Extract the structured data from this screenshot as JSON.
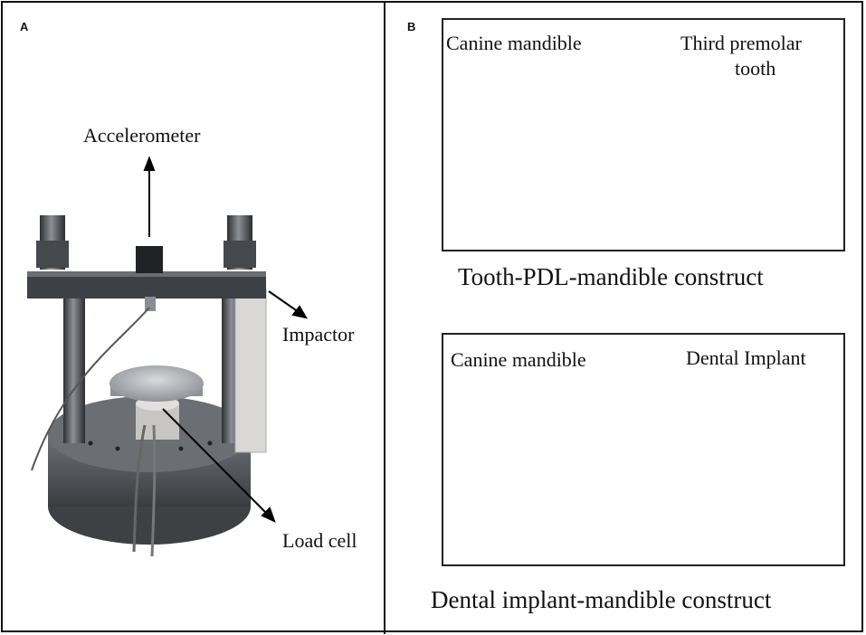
{
  "panels": {
    "a": {
      "letter": "A",
      "labels": {
        "accelerometer": "Accelerometer",
        "impactor": "Impactor",
        "load_cell": "Load cell"
      }
    },
    "b": {
      "letter": "B",
      "top": {
        "label_left": "Canine mandible",
        "label_right_line1": "Third premolar",
        "label_right_line2": "tooth",
        "caption": "Tooth-PDL-mandible construct"
      },
      "bottom": {
        "label_left": "Canine mandible",
        "label_right": "Dental Implant",
        "caption": "Dental implant-mandible construct"
      }
    }
  },
  "colors": {
    "border": "#111111",
    "steel_dark": "#4a4d52",
    "steel_light": "#b9bcc0",
    "bone": "#b08d80",
    "cement": "#ece4da"
  }
}
